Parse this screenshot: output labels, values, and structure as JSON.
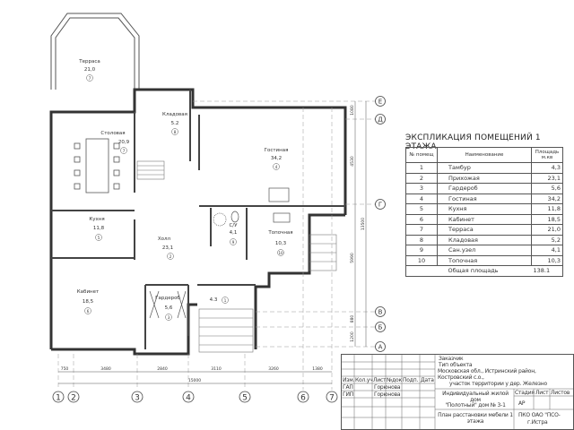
{
  "rooms": [
    {
      "name": "Терраса",
      "area": "21,0",
      "num": "7"
    },
    {
      "name": "Столовая",
      "area": "20,9",
      "num": "7"
    },
    {
      "name": "Кладовая",
      "area": "5.2",
      "num": "8"
    },
    {
      "name": "Гостиная",
      "area": "34,2",
      "num": "4"
    },
    {
      "name": "Кухня",
      "area": "11,8",
      "num": "5"
    },
    {
      "name": "Холл",
      "area": "23,1",
      "num": "2"
    },
    {
      "name": "С/У",
      "area": "4,1",
      "num": "9"
    },
    {
      "name": "Топочная",
      "area": "10,3",
      "num": "10"
    },
    {
      "name": "Кабинет",
      "area": "18,5",
      "num": "6"
    },
    {
      "name": "Гардероб",
      "area": "5,6",
      "num": "3"
    },
    {
      "name": "",
      "area": "4.3",
      "num": "1"
    }
  ],
  "axes": {
    "vertical": [
      "1",
      "2",
      "3",
      "4",
      "5",
      "6",
      "7"
    ],
    "horizontal": [
      "Е",
      "Д",
      "Г",
      "В",
      "Б",
      "А"
    ]
  },
  "dimensions": {
    "bottom": [
      "750",
      "3480",
      "2840",
      "3110",
      "3260",
      "1380"
    ],
    "bottom_total": "15000",
    "right": [
      "1080",
      "4530",
      "5990",
      "880",
      "1200"
    ],
    "right_total": "13500"
  },
  "explication": {
    "title": "ЭКСПЛИКАЦИЯ ПОМЕЩЕНИЙ 1 ЭТАЖА",
    "headers": [
      "№ помещ",
      "Наименование",
      "Площадь м.кв"
    ],
    "rows": [
      [
        "1",
        "Тамбур",
        "4,3"
      ],
      [
        "2",
        "Прихожая",
        "23,1"
      ],
      [
        "3",
        "Гардероб",
        "5,6"
      ],
      [
        "4",
        "Гостиная",
        "34,2"
      ],
      [
        "5",
        "Кухня",
        "11,8"
      ],
      [
        "6",
        "Кабинет",
        "18,5"
      ],
      [
        "7",
        "Терраса",
        "21,0"
      ],
      [
        "8",
        "Кладовая",
        "5,2"
      ],
      [
        "9",
        "Сан.узел",
        "4,1"
      ],
      [
        "10",
        "Топочная",
        "10,3"
      ]
    ],
    "total_label": "Общая площадь",
    "total_value": "138.1"
  },
  "title_block": {
    "customer": "Заказчик",
    "object_type": "Тип объекта",
    "address": "Московская обл., Истринский район, Костровский с.о.,",
    "address2": "участок территории у дер. Железно",
    "cols": [
      "Изм.",
      "Кол.уч",
      "Лист",
      "№док",
      "Подп.",
      "Дата"
    ],
    "gap": "ГАП",
    "gip": "ГИП",
    "gap_name": "Горюнова",
    "gip_name": "Горюнова",
    "project": "Индивидуальный жилой дом",
    "project2": "\"Полотный\" дом № 3-1",
    "stage_cols": [
      "Стадия",
      "Лист",
      "Листов"
    ],
    "stage": "АР",
    "sheet_title": "План расстановки мебели 1 этажа",
    "org": "ПКО ОАО \"ПСО-",
    "org2": "г.Истра"
  }
}
